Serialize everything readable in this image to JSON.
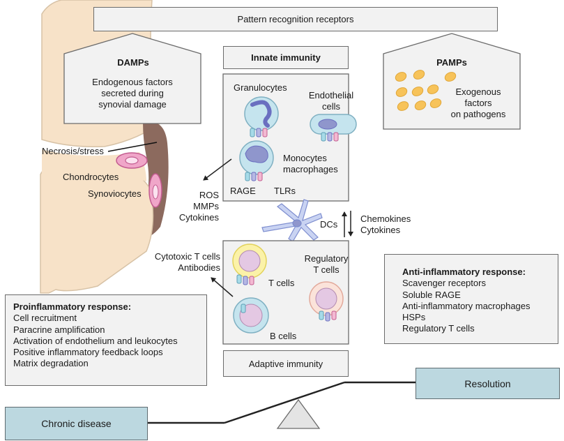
{
  "header": {
    "prr": "Pattern recognition receptors"
  },
  "damps": {
    "title": "DAMPs",
    "lines": [
      "Endogenous factors",
      "secreted during",
      "synovial damage"
    ]
  },
  "pamps": {
    "title": "PAMPs",
    "lines": [
      "Exogenous",
      "factors",
      "on pathogens"
    ]
  },
  "innate": {
    "title": "Innate immunity",
    "granulocytes": "Granulocytes",
    "endothelial": [
      "Endothelial",
      "cells"
    ],
    "monocytes": [
      "Monocytes",
      "macrophages"
    ],
    "rage": "RAGE",
    "tlrs": "TLRs"
  },
  "joint": {
    "necrosis": "Necrosis/stress",
    "chondrocytes": "Chondrocytes",
    "synoviocytes": "Synoviocytes"
  },
  "mediators": {
    "lines": [
      "ROS",
      "MMPs",
      "Cytokines"
    ]
  },
  "dcs": {
    "label": "DCs",
    "signals": [
      "Chemokines",
      "Cytokines"
    ]
  },
  "adaptive": {
    "title": "Adaptive immunity",
    "effectors": [
      "Cytotoxic T cells",
      "Antibodies"
    ],
    "tcells": "T cells",
    "bcells": "B cells",
    "tregs": [
      "Regulatory",
      "T cells"
    ]
  },
  "proinflammatory": {
    "title": "Proinflammatory response:",
    "items": [
      "Cell recruitment",
      "Paracrine amplification",
      "Activation of endothelium and leukocytes",
      "Positive inflammatory feedback loops",
      "Matrix degradation"
    ]
  },
  "antiinflammatory": {
    "title": "Anti-inflammatory response:",
    "items": [
      "Scavenger receptors",
      "Soluble RAGE",
      "Anti-inflammatory macrophages",
      "HSPs",
      "Regulatory T cells"
    ]
  },
  "balance": {
    "resolution": "Resolution",
    "chronic": "Chronic disease"
  },
  "colors": {
    "bone": "#f7e2c8",
    "synovium": "#8c6a5e",
    "cell_blue": "#c5e4ee",
    "nucleus": "#8f96cc",
    "box_fill": "#f2f2f2",
    "balance_box": "#bcd8e0"
  }
}
